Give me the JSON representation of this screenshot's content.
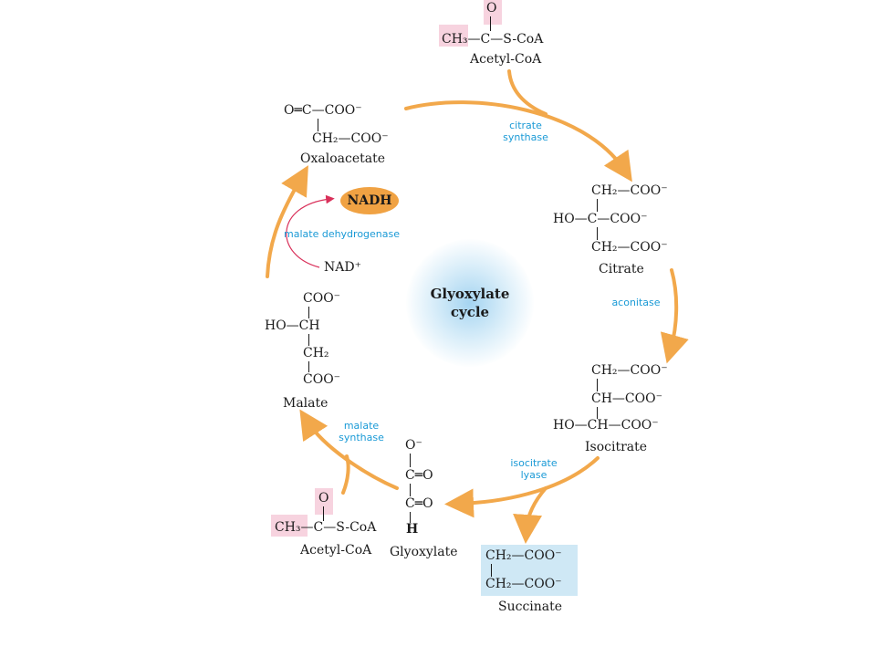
{
  "cycle_title": [
    "Glyoxylate",
    "cycle"
  ],
  "molecules": {
    "acetyl_coa_top": {
      "o": "O",
      "line": "CH₃—C—S-CoA",
      "name": "Acetyl-CoA"
    },
    "oxaloacetate": {
      "l1": "O═C—COO⁻",
      "l2": "CH₂—COO⁻",
      "name": "Oxaloacetate"
    },
    "citrate": {
      "l1": "CH₂—COO⁻",
      "l2": "HO—C—COO⁻",
      "l3": "CH₂—COO⁻",
      "name": "Citrate"
    },
    "isocitrate": {
      "l1": "CH₂—COO⁻",
      "l2": "CH—COO⁻",
      "l3": "HO—CH—COO⁻",
      "name": "Isocitrate"
    },
    "malate": {
      "l1": "COO⁻",
      "l2": "HO—CH",
      "l3": "CH₂",
      "l4": "COO⁻",
      "name": "Malate"
    },
    "glyoxylate": {
      "l1": "O⁻",
      "l2": "C═O",
      "l3": "C═O",
      "l4": "H",
      "name": "Glyoxylate"
    },
    "acetyl_coa_bottom": {
      "o": "O",
      "line": "CH₃—C—S-CoA",
      "name": "Acetyl-CoA"
    },
    "succinate": {
      "l1": "CH₂—COO⁻",
      "l2": "CH₂—COO⁻",
      "name": "Succinate"
    }
  },
  "enzymes": {
    "citrate_synthase": [
      "citrate",
      "synthase"
    ],
    "aconitase": [
      "aconitase"
    ],
    "isocitrate_lyase": [
      "isocitrate",
      "lyase"
    ],
    "malate_synthase": [
      "malate",
      "synthase"
    ],
    "malate_dehydrogenase": [
      "malate dehydrogenase"
    ]
  },
  "cofactors": {
    "nadh": "NADH",
    "nad": "NAD⁺"
  },
  "colors": {
    "arrow": "#f2a84b",
    "enzyme_text": "#1a9ad6",
    "highlight_pink": "#f7d3df",
    "highlight_blue": "#cfe8f5",
    "redox_arrow": "#d9305a"
  }
}
